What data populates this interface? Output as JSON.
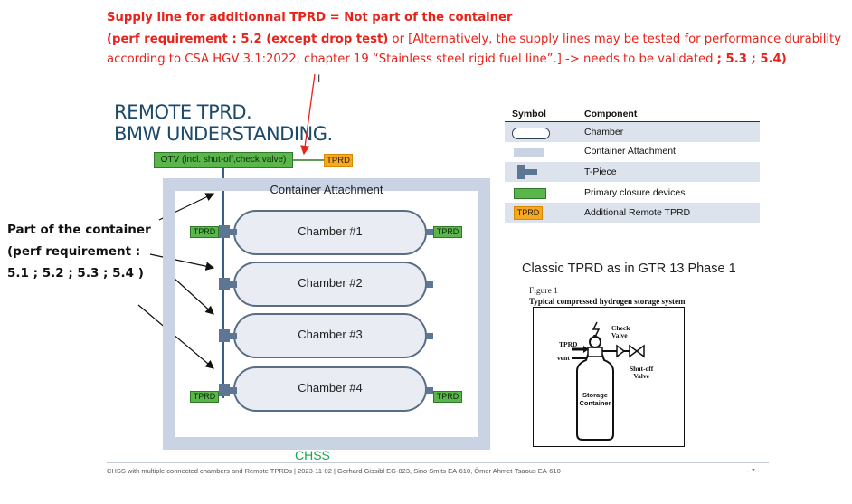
{
  "annotation_top": {
    "line1": "Supply line for additionnal TPRD = Not part of the container",
    "line2_bold": "(perf requirement : 5.2 (except drop test)",
    "line2_rest": " or [Alternatively, the supply lines may be tested for performance durability",
    "line3_rest": "according to CSA HGV 3.1:2022, chapter 19 “Stainless steel rigid fuel line”.] -> needs to be validated ",
    "line3_bold": "; 5.3 ; 5.4)",
    "cursor": "I"
  },
  "slide_title": {
    "line1": "REMOTE TPRD.",
    "line2": "BMW UNDERSTANDING."
  },
  "otv_label": "OTV (incl. shut-off,check valve)",
  "tprd_label": "TPRD",
  "container_attachment_label": "Container Attachment",
  "chambers": [
    "Chamber #1",
    "Chamber #2",
    "Chamber #3",
    "Chamber #4"
  ],
  "chss_label": "CHSS",
  "left_annotation": {
    "line1": "Part of the container",
    "line2": "(perf requirement :",
    "line3": "5.1 ; 5.2 ; 5.3 ; 5.4 )"
  },
  "legend": {
    "header_symbol": "Symbol",
    "header_component": "Component",
    "rows": [
      {
        "symbol": "chamber",
        "component": "Chamber"
      },
      {
        "symbol": "container-attachment",
        "component": "Container Attachment"
      },
      {
        "symbol": "t-piece",
        "component": "T-Piece"
      },
      {
        "symbol": "primary-closure",
        "component": "Primary closure devices"
      },
      {
        "symbol": "tprd",
        "symbol_text": "TPRD",
        "component": "Additional Remote TPRD"
      }
    ]
  },
  "classic": {
    "title": "Classic TPRD as in GTR 13 Phase 1",
    "figure_label": "Figure 1",
    "figure_caption": "Typical compressed hydrogen storage system",
    "check_valve": "Check\nValve",
    "tprd": "TPRD",
    "vent": "vent",
    "shutoff": "Shut-off\nValve",
    "storage": "Storage\nContainer"
  },
  "footer": {
    "text": "CHSS with multiple connected chambers and Remote TPRDs | 2023-11-02 | Gerhard Gissibl EG-823, Sino Smits EA-610, Ömer Ahmet-Tsaous EA-610",
    "page": "- 7 -"
  },
  "colors": {
    "annotation_red": "#e8231b",
    "title_blue": "#1d4a6a",
    "closure_green": "#5ab54b",
    "tprd_orange": "#f7a823",
    "frame_blue": "#c9d3e3",
    "tee_blue": "#5c7694"
  }
}
